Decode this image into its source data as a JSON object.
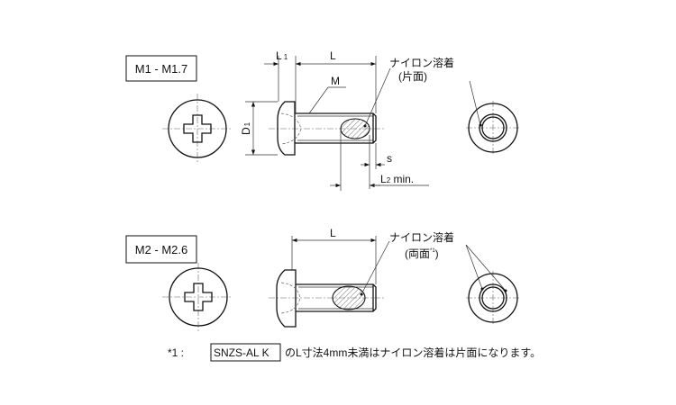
{
  "top_view": {
    "size_label": "M1 - M1.7",
    "dim_L1": "L",
    "dim_L1_sub": "1",
    "dim_L": "L",
    "dim_M": "M",
    "dim_D1": "D",
    "dim_D1_sub": "1",
    "dim_s": "s",
    "dim_L2": "L",
    "dim_L2_sub": "2",
    "dim_L2_suffix": " min.",
    "nylon_label": "ナイロン溶着",
    "nylon_side": "(片面)"
  },
  "bottom_view": {
    "size_label": "M2 - M2.6",
    "dim_L": "L",
    "nylon_label": "ナイロン溶着",
    "nylon_side_open": "(両面",
    "nylon_side_note": "*1",
    "nylon_side_close": ")"
  },
  "footnote": {
    "marker": "*1 :",
    "product_code": "SNZS-AL K",
    "text": "のL寸法4mm未満はナイロン溶着は片面になります。"
  }
}
